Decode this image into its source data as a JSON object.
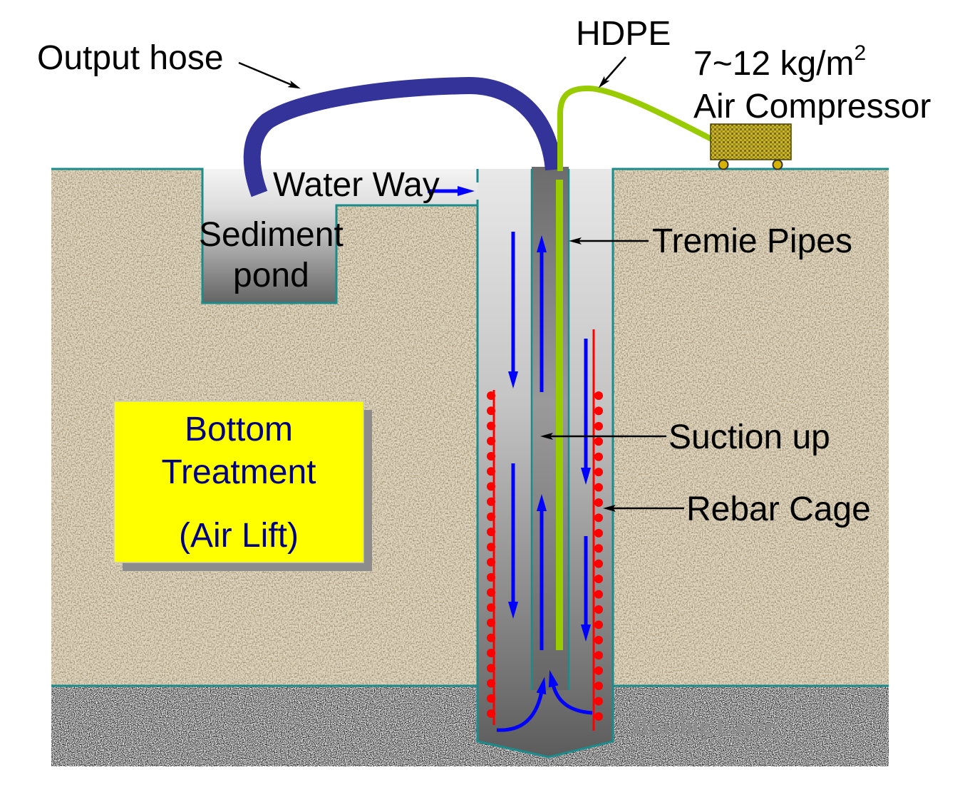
{
  "labels": {
    "output_hose": "Output hose",
    "hdpe": "HDPE",
    "pressure": "7~12 kg/m",
    "pressure_exp": "2",
    "air_compressor": "Air Compressor",
    "water_way": "Water Way",
    "sediment": "Sediment",
    "pond": "pond",
    "tremie_pipes": "Tremie Pipes",
    "suction_up": "Suction up",
    "rebar_cage": "Rebar Cage",
    "bearing_layer": "Bearing Layer"
  },
  "title_box": {
    "line1": "Bottom",
    "line2": "Treatment",
    "line3": "(Air Lift)"
  },
  "colors": {
    "soil": "#d7ccb3",
    "output_hose": "#333399",
    "hdpe": "#99cc00",
    "flow_arrows": "#0000ff",
    "rebar": "#ff0000",
    "outline": "#1b8c8c",
    "title_box": "#ffff00",
    "title_text": "#000080"
  }
}
